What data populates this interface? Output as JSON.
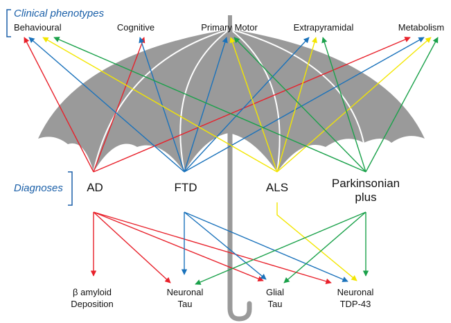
{
  "headings": {
    "clinical_phenotypes": "Clinical phenotypes",
    "diagnoses": "Diagnoses"
  },
  "phenotypes": {
    "behavioural": "Behavioural",
    "cognitive": "Cognitive",
    "primary_motor": "Primary Motor",
    "extrapyramidal": "Extrapyramidal",
    "metabolism": "Metabolism"
  },
  "diagnoses": {
    "ad": "AD",
    "ftd": "FTD",
    "als": "ALS",
    "parkinsonian_line1": "Parkinsonian",
    "parkinsonian_line2": "plus"
  },
  "pathologies": {
    "beta_amyloid_line1": "β amyloid",
    "beta_amyloid_line2": "Deposition",
    "neuronal_tau_line1": "Neuronal",
    "neuronal_tau_line2": "Tau",
    "glial_tau_line1": "Glial",
    "glial_tau_line2": "Tau",
    "tdp43_line1": "Neuronal",
    "tdp43_line2": "TDP-43"
  },
  "colors": {
    "ad": "#e8202a",
    "ftd": "#1a72bb",
    "als": "#f3e600",
    "parkinsonian": "#1aa14a",
    "umbrella": "#9a9a9a",
    "heading_blue": "#1a5fa8"
  },
  "connections": {
    "ad_to_phenotypes": [
      "behavioural",
      "cognitive",
      "metabolism"
    ],
    "ftd_to_phenotypes": [
      "behavioural",
      "cognitive",
      "primary_motor",
      "extrapyramidal",
      "metabolism"
    ],
    "als_to_phenotypes": [
      "behavioural",
      "primary_motor",
      "extrapyramidal",
      "metabolism"
    ],
    "parkinsonian_to_phenotypes": [
      "behavioural",
      "primary_motor",
      "extrapyramidal",
      "metabolism"
    ],
    "ad_to_pathologies": [
      "beta_amyloid",
      "neuronal_tau",
      "glial_tau",
      "tdp43"
    ],
    "ftd_to_pathologies": [
      "neuronal_tau",
      "glial_tau",
      "tdp43"
    ],
    "als_to_pathologies": [
      "tdp43"
    ],
    "parkinsonian_to_pathologies": [
      "neuronal_tau",
      "glial_tau",
      "tdp43"
    ]
  }
}
